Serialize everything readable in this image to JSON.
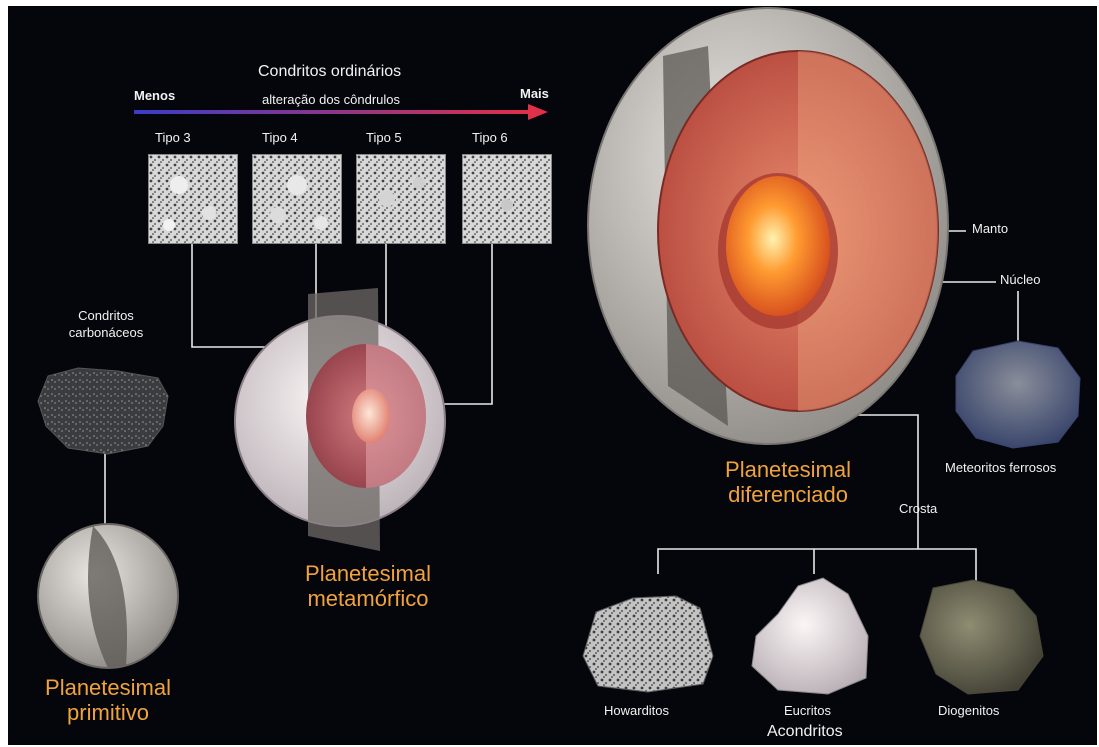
{
  "header": {
    "title": "Condritos ordinários",
    "subtitle": "alteração dos côndrulos",
    "left_label": "Menos",
    "right_label": "Mais"
  },
  "types": [
    "Tipo 3",
    "Tipo 4",
    "Tipo 5",
    "Tipo 6"
  ],
  "left": {
    "label_line1": "Condritos",
    "label_line2": "carbonáceos",
    "planet_line1": "Planetesimal",
    "planet_line2": "primitivo"
  },
  "middle": {
    "planet_line1": "Planetesimal",
    "planet_line2": "metamórfico"
  },
  "right": {
    "planet_line1": "Planetesimal",
    "planet_line2": "diferenciado",
    "manto": "Manto",
    "nucleo": "Núcleo",
    "ferrosos": "Meteoritos ferrosos",
    "crosta": "Crosta"
  },
  "bottom": {
    "howarditos": "Howarditos",
    "eucritos": "Eucritos",
    "diogenitos": "Diogenitos",
    "acondritos": "Acondritos"
  },
  "colors": {
    "background": "#05060c",
    "accent_text": "#f0a23c",
    "arrow_start": "#3a3cc8",
    "arrow_end": "#e0304a"
  }
}
